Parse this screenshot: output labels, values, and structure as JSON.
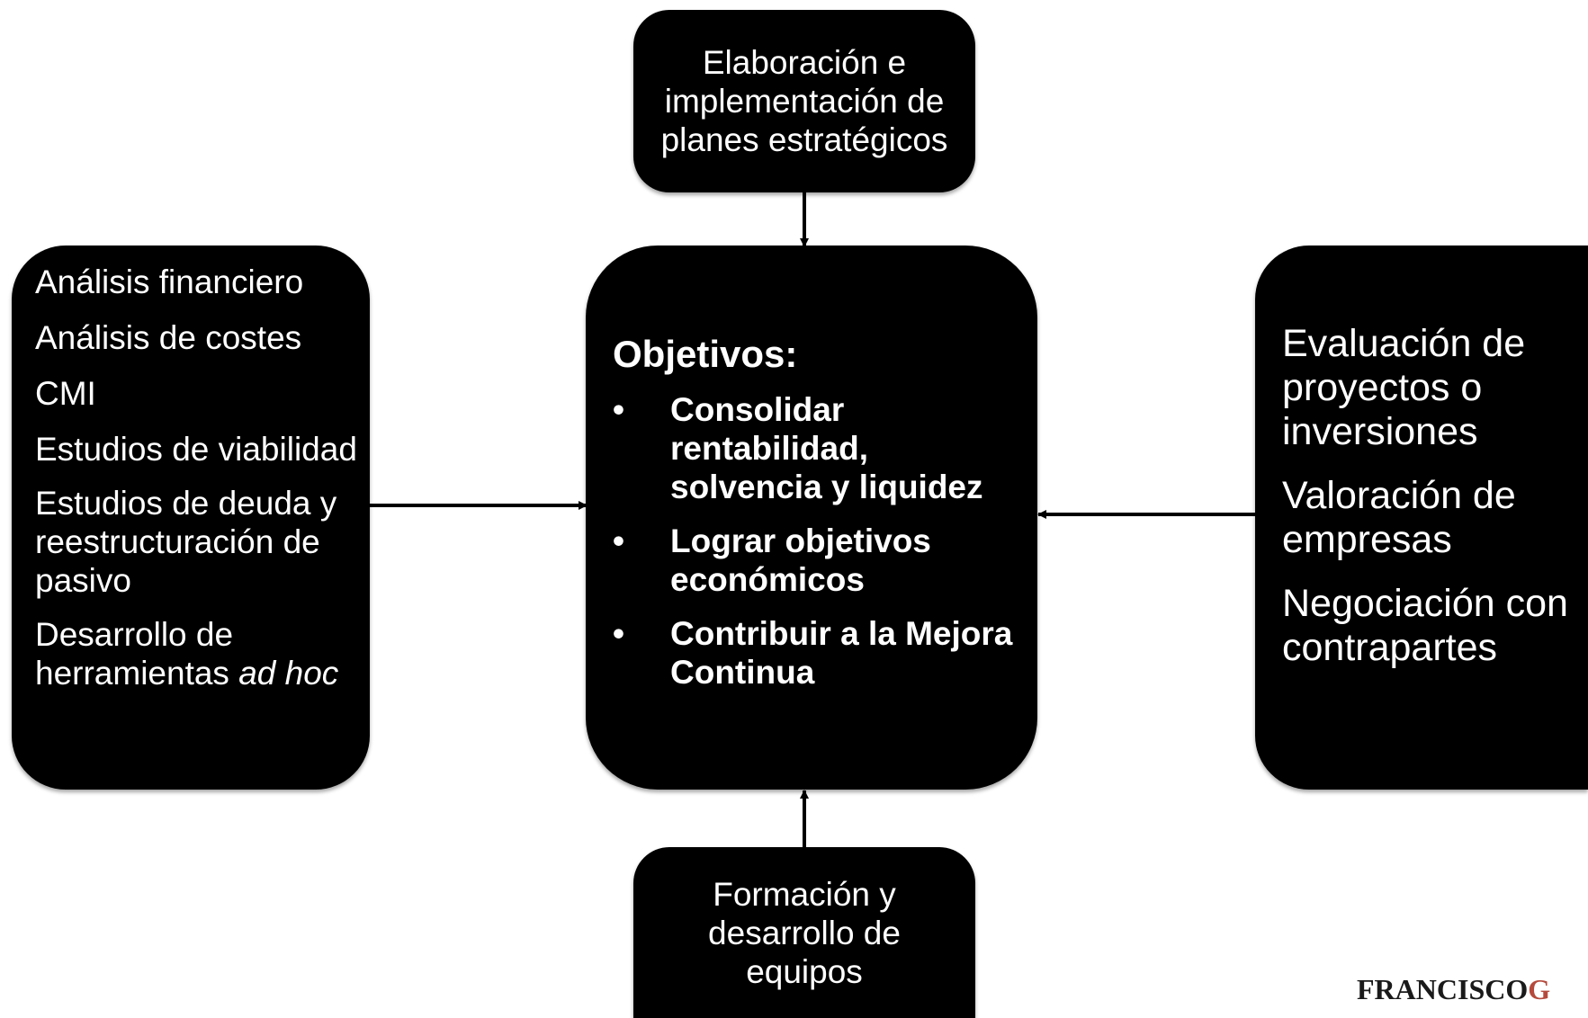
{
  "top_box": {
    "text": "Elaboración e implementación de planes estratégicos"
  },
  "bottom_box": {
    "text": "Formación y desarrollo de equipos"
  },
  "left_box": {
    "items": [
      "Análisis financiero",
      "Análisis de costes",
      "CMI",
      "Estudios de viabilidad",
      "Estudios de deuda y reestructuración de pasivo"
    ],
    "last_item_prefix": "Desarrollo de herramientas",
    "last_item_italic": "ad hoc"
  },
  "center_box": {
    "title": "Objetivos:",
    "bullet_symbol": "•",
    "bullets": [
      "Consolidar rentabilidad, solvencia y liquidez",
      "Lograr objetivos económicos",
      "Contribuir a la Mejora Continua"
    ]
  },
  "right_box": {
    "items": [
      "Evaluación de proyectos o inversiones",
      "Valoración de empresas",
      "Negociación con contrapartes"
    ]
  },
  "logo": {
    "main": "FRANCISCO",
    "tail": "G"
  },
  "colors": {
    "box": "#000000",
    "box_text": "#ffffff",
    "connector": "#000000",
    "logo_accent": "#b54a3c"
  }
}
